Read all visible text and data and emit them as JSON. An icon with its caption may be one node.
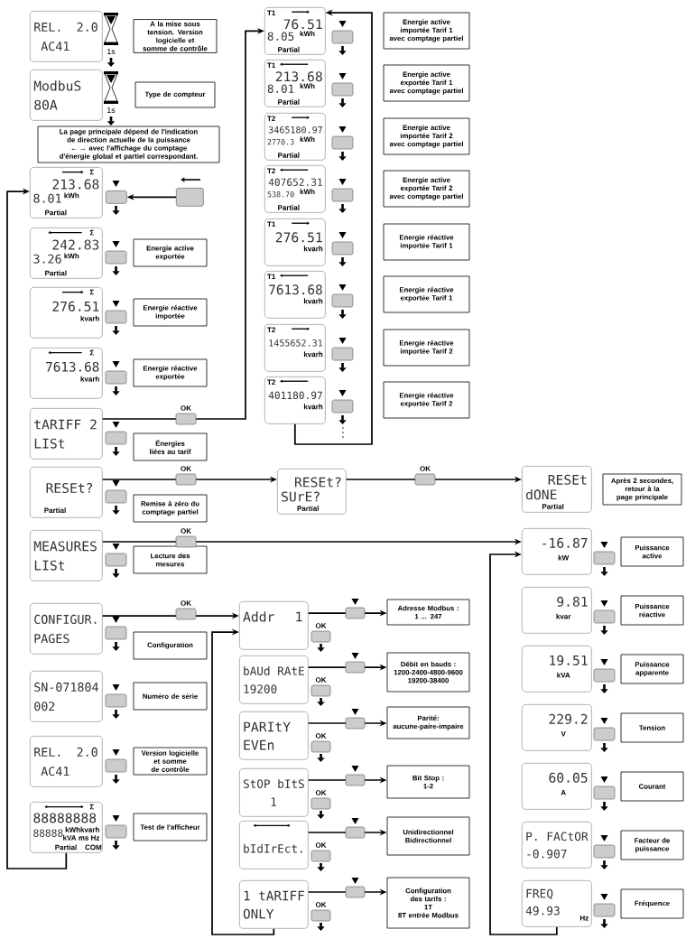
{
  "diagram": {
    "nodes": [
      {
        "text": [
          "REL.",
          "2.0",
          "AC41"
        ],
        "beside": [
          "1s"
        ]
      },
      {
        "text": [
          "A la mise sous tension. Version logicielle et somme de contrôle"
        ]
      },
      {
        "text": [
          "ModbuS",
          "80A"
        ],
        "beside": [
          "1s"
        ]
      },
      {
        "text": [
          "Type de compteur"
        ]
      },
      {
        "text": [
          "La page principale dépend de l'indication de direction actuelle de la puissance ← → avec l'affichage du comptage d'énergie global et partiel correspondant."
        ]
      },
      {
        "text": [
          "Σ",
          "213.68",
          "8.01",
          "kWh",
          "Partial"
        ]
      },
      {
        "text": [],
        "shape": "box"
      },
      {
        "text": [],
        "shape": "box"
      },
      {
        "text": [
          "Σ",
          "242.83",
          "3.26",
          "kWh",
          "Partial"
        ]
      },
      {
        "text": [
          "Energie active exportée"
        ]
      },
      {
        "text": [
          "Σ",
          "276.51",
          "kvarh"
        ]
      },
      {
        "text": [
          "Energie réactive importée"
        ]
      },
      {
        "text": [
          "Σ",
          "7613.68",
          "kvarh"
        ]
      },
      {
        "text": [
          "Energie réactive exportée"
        ]
      },
      {
        "text": [
          "tARIFF 2",
          "LISt"
        ]
      },
      {
        "text": [
          "Énergies liées au tarif"
        ]
      },
      {
        "text": [
          "RESEt?",
          "Partial"
        ]
      },
      {
        "text": [
          "Remise à zéro du comptage partiel"
        ]
      },
      {
        "text": [
          "MEASURES",
          "LISt"
        ]
      },
      {
        "text": [
          "Lecture des mesures"
        ]
      },
      {
        "text": [
          "CONFIGUR.",
          "PAGES"
        ]
      },
      {
        "text": [
          "Configuration"
        ]
      },
      {
        "text": [
          "SN-071804",
          "002"
        ]
      },
      {
        "text": [
          "Numéro de série"
        ]
      },
      {
        "text": [
          "REL.",
          "2.0",
          "AC41"
        ]
      },
      {
        "text": [
          "Version logicielle et somme de contrôle"
        ]
      },
      {
        "text": [
          "Σ",
          "88888888",
          "88888",
          "kWhkvarh",
          "kVA ms Hz",
          "Partial",
          "COM"
        ]
      },
      {
        "text": [
          "Test de l'afficheur"
        ]
      },
      {
        "text": [
          "T1",
          "76.51",
          "8.05",
          "kWh",
          "Partial"
        ]
      },
      {
        "text": [
          "Energie active importée Tarif 1 avec comptage partiel"
        ]
      },
      {
        "text": [
          "T1",
          "213.68",
          "8.01",
          "kWh",
          "Partial"
        ]
      },
      {
        "text": [
          "Energie active exportée Tarif 1 avec comptage partiel"
        ]
      },
      {
        "text": [
          "T2",
          "3465180.97",
          "2770.3",
          "kWh",
          "Partial"
        ]
      },
      {
        "text": [
          "Energie active importée Tarif 2 avec comptage partiel"
        ]
      },
      {
        "text": [
          "T2",
          "407652.31",
          "538.70",
          "kWh",
          "Partial"
        ]
      },
      {
        "text": [
          "Energie active exportée Tarif 2 avec comptage partiel"
        ]
      },
      {
        "text": [
          "T1",
          "276.51",
          "kvarh"
        ]
      },
      {
        "text": [
          "Energie réactive importée Tarif 1"
        ]
      },
      {
        "text": [
          "T1",
          "7613.68",
          "kvarh"
        ]
      },
      {
        "text": [
          "Energie réactive exportée Tarif 1"
        ]
      },
      {
        "text": [
          "T2",
          "1455652.31",
          "kvarh"
        ]
      },
      {
        "text": [
          "Energie réactive importée Tarif 2"
        ]
      },
      {
        "text": [
          "T2",
          "401180.97",
          "kvarh"
        ]
      },
      {
        "text": [
          "Energie réactive exportée Tarif 2"
        ]
      },
      {
        "text": [
          "RESEt?",
          "SUrE?",
          "Partial"
        ]
      },
      {
        "text": [
          "RESEt",
          "dONE",
          "Partial"
        ]
      },
      {
        "text": [
          "Après 2 secondes, retour à la page principale"
        ]
      },
      {
        "text": [
          "Addr",
          "1"
        ]
      },
      {
        "text": [
          "Adresse Modbus :",
          "1 ... 247"
        ]
      },
      {
        "text": [
          "bAUd RAtE",
          "19200"
        ]
      },
      {
        "text": [
          "Débit en bauds :",
          "1200-2400-4800-9600",
          "19200-38400"
        ]
      },
      {
        "text": [
          "PARItY",
          "EVEn"
        ]
      },
      {
        "text": [
          "Parité:",
          "aucune-paire-impaire"
        ]
      },
      {
        "text": [
          "StOP bItS",
          "1"
        ]
      },
      {
        "text": [
          "Bit Stop :",
          "1-2"
        ]
      },
      {
        "text": [
          "bIdIrEct."
        ]
      },
      {
        "text": [
          "Unidirectionnel",
          "Bidirectionnel"
        ]
      },
      {
        "text": [
          "1 tARIFF",
          "ONLY"
        ]
      },
      {
        "text": [
          "Configuration des tarifs :",
          "1T",
          "8T entrée Modbus"
        ]
      },
      {
        "text": [
          "-16.87",
          "kW"
        ]
      },
      {
        "text": [
          "Puissance active"
        ]
      },
      {
        "text": [
          "9.81",
          "kvar"
        ]
      },
      {
        "text": [
          "Puissance réactive"
        ]
      },
      {
        "text": [
          "19.51",
          "kVA"
        ]
      },
      {
        "text": [
          "Puissance apparente"
        ]
      },
      {
        "text": [
          "229.2",
          "V"
        ]
      },
      {
        "text": [
          "Tension"
        ]
      },
      {
        "text": [
          "60.05",
          "A"
        ]
      },
      {
        "text": [
          "Courant"
        ]
      },
      {
        "text": [
          "P. FACtOR",
          "-0.907"
        ]
      },
      {
        "text": [
          "Facteur de puissance"
        ]
      },
      {
        "text": [
          "FREQ",
          "49.93",
          "Hz"
        ]
      },
      {
        "text": [
          "Fréquence"
        ]
      }
    ],
    "edges": [
      {
        "from": 26,
        "to": 5,
        "arrow": "to"
      },
      {
        "from": 7,
        "to": 6,
        "arrow": "to"
      },
      {
        "from": 14,
        "to": 28,
        "arrow": "to",
        "label": "OK"
      },
      {
        "from": 42,
        "to": 28,
        "arrow": "to"
      },
      {
        "from": 16,
        "to": 44,
        "arrow": "to",
        "label": "OK"
      },
      {
        "from": 44,
        "to": 45,
        "arrow": "to",
        "label": "OK"
      },
      {
        "from": 18,
        "to": 59,
        "arrow": "to",
        "label": "OK"
      },
      {
        "from": 71,
        "to": 59,
        "arrow": "to"
      },
      {
        "from": 20,
        "to": 47,
        "arrow": "to",
        "label": "OK"
      },
      {
        "from": 57,
        "to": 47,
        "arrow": "to"
      },
      {
        "from": 47,
        "to": 48,
        "arrow": "to"
      },
      {
        "from": 49,
        "to": 50,
        "arrow": "to"
      },
      {
        "from": 51,
        "to": 52,
        "arrow": "to"
      },
      {
        "from": 53,
        "to": 54,
        "arrow": "to"
      },
      {
        "from": 55,
        "to": 56,
        "arrow": "to"
      },
      {
        "from": 57,
        "to": 58,
        "arrow": "to"
      }
    ],
    "labels": [
      "OK",
      "OK",
      "OK",
      "OK",
      "OK",
      "OK"
    ]
  }
}
